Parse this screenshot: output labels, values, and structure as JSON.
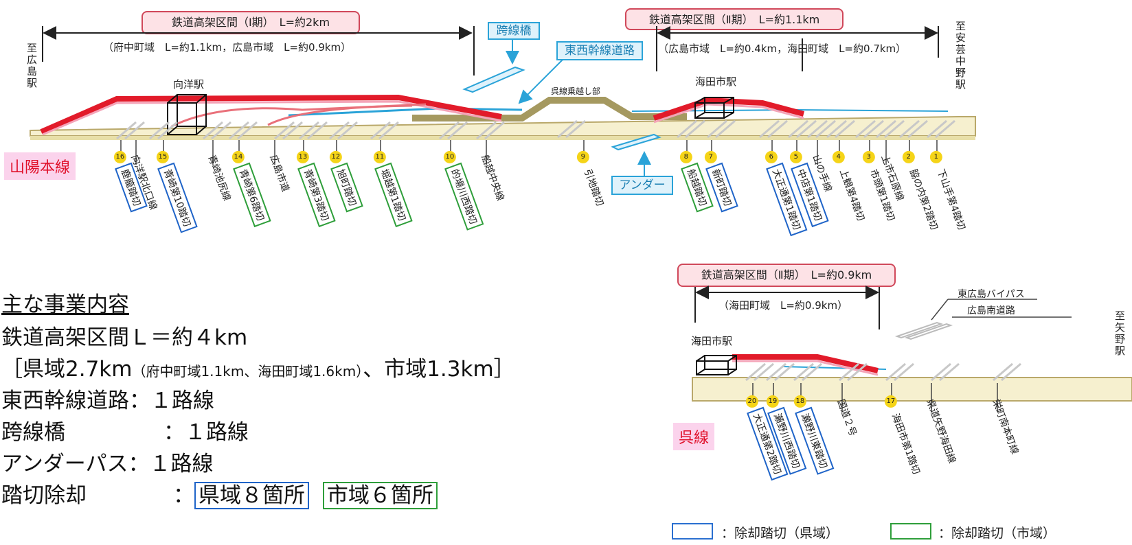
{
  "top": {
    "phase1_label": "鉄道高架区間（Ⅰ期）　L=約2km",
    "phase1_sub": "（府中町域　L=約1.1km，広島市域　L=約0.9km）",
    "phase2_label": "鉄道高架区間（Ⅱ期）　L=約1.1km",
    "phase2_sub": "（広島市域　L=約0.4km，海田町域　L=約0.7km）",
    "to_left": "至広島駅",
    "to_right": "至安芸中野駅",
    "overpass": "跨線橋",
    "east_west_road": "東西幹線道路",
    "underpass": "アンダー",
    "kure_crossing": "呉線乗越し部",
    "station_mukainada": "向洋駅",
    "station_kaitaichi": "海田市駅",
    "line_name": "山陽本線"
  },
  "crossings_top": [
    {
      "num": "16",
      "name": "鹿籠踏切",
      "box": "blue"
    },
    {
      "num": "",
      "name": "向洋駅北口線",
      "box": "none"
    },
    {
      "num": "15",
      "name": "青崎第10踏切",
      "box": "blue"
    },
    {
      "num": "",
      "name": "青崎池尻線",
      "box": "none"
    },
    {
      "num": "14",
      "name": "青崎第6踏切",
      "box": "green"
    },
    {
      "num": "",
      "name": "広島市道",
      "box": "none"
    },
    {
      "num": "13",
      "name": "青崎第3踏切",
      "box": "green"
    },
    {
      "num": "12",
      "name": "旭町踏切",
      "box": "green"
    },
    {
      "num": "11",
      "name": "堀越第1踏切",
      "box": "green"
    },
    {
      "num": "10",
      "name": "的場川西踏切",
      "box": "green"
    },
    {
      "num": "",
      "name": "船越中央線",
      "box": "none"
    },
    {
      "num": "9",
      "name": "引地踏切",
      "box": "none"
    },
    {
      "num": "8",
      "name": "船越踏切",
      "box": "green"
    },
    {
      "num": "7",
      "name": "新町踏切",
      "box": "blue"
    },
    {
      "num": "6",
      "name": "大正通第1踏切",
      "box": "blue"
    },
    {
      "num": "5",
      "name": "中店第1踏切",
      "box": "blue"
    },
    {
      "num": "",
      "name": "山の手線",
      "box": "none"
    },
    {
      "num": "4",
      "name": "上観第4踏切",
      "box": "none"
    },
    {
      "num": "3",
      "name": "市頭第1踏切",
      "box": "none"
    },
    {
      "num": "",
      "name": "上市石原線",
      "box": "none"
    },
    {
      "num": "2",
      "name": "脇の内第2踏切",
      "box": "none"
    },
    {
      "num": "1",
      "name": "下山手第4踏切",
      "box": "none"
    }
  ],
  "summary": {
    "heading": "主な事業内容",
    "line1": "鉄道高架区間Ｌ＝約４km",
    "line2_pre": "［県域2.7km",
    "line2_small": "（府中町域1.1km、海田町域1.6km）",
    "line2_post": "、市域1.3km］",
    "line3": "東西幹線道路：１路線",
    "line4_label": "跨線橋",
    "line4_val": "：１路線",
    "line5": "アンダーパス：１路線",
    "line6_label": "踏切除却",
    "line6_colon": "：",
    "line6_pref": "県域８箇所",
    "line6_city": "市域６箇所"
  },
  "kure": {
    "phase2_label": "鉄道高架区間（Ⅱ期）　L=約0.9km",
    "phase2_sub": "（海田町域　L=約0.9km）",
    "bypass": "東広島バイパス",
    "south_road": "広島南道路",
    "station": "海田市駅",
    "to_right": "至矢野駅",
    "line_name": "呉線"
  },
  "crossings_kure": [
    {
      "num": "20",
      "name": "大正通第2踏切",
      "box": "blue"
    },
    {
      "num": "19",
      "name": "瀬野川西踏切",
      "box": "blue"
    },
    {
      "num": "18",
      "name": "瀬野川東踏切",
      "box": "blue"
    },
    {
      "num": "",
      "name": "国道２号",
      "box": "none"
    },
    {
      "num": "17",
      "name": "海田市第1踏切",
      "box": "none"
    },
    {
      "num": "",
      "name": "県道矢野海田線",
      "box": "none"
    },
    {
      "num": "",
      "name": "栄町南本町線",
      "box": "none"
    }
  ],
  "legend": {
    "pref": "：除却踏切（県域）",
    "city": "：除却踏切（市域）"
  },
  "colors": {
    "elevated_red": "#e21b2a",
    "ground": "#f6f0cf",
    "ground_edge": "#b9a86a",
    "pref_blue": "#1f64c8",
    "city_green": "#2e9e3a",
    "light_blue": "#2aa3d8",
    "num_yellow": "#f5d418"
  }
}
